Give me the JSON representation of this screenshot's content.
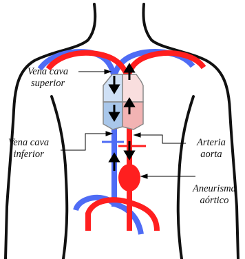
{
  "labels": {
    "vena_cava_superior": [
      "Vena cava",
      "superior"
    ],
    "vena_cava_inferior": [
      "Vena cava",
      "inferior"
    ],
    "arteria_aorta": [
      "Arteria",
      "aorta"
    ],
    "aneurisma_aortico": [
      "Aneurisma",
      "aórtico"
    ]
  },
  "colors": {
    "vein": "#4f6cf5",
    "artery": "#ff1f1f",
    "right_heart": "#a9c7ea",
    "right_heart_light": "#cfe0f5",
    "left_heart": "#f2b3b3",
    "left_heart_light": "#f9dede",
    "outline": "#111111"
  }
}
